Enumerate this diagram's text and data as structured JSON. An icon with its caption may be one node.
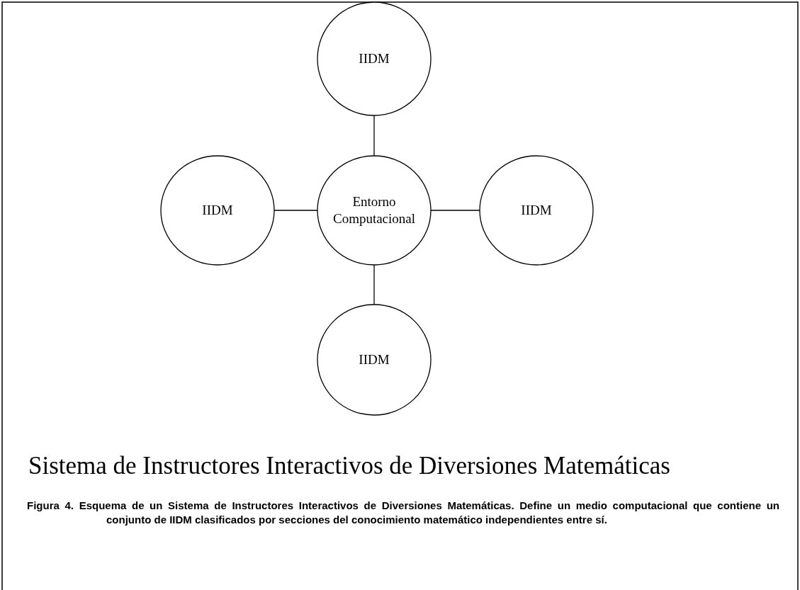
{
  "diagram": {
    "title": "Sistema de Instructores Interactivos de Diversiones Matemáticas",
    "caption": "Figura 4. Esquema de un Sistema de Instructores Interactivos de Diversiones Matemáticas. Define un medio computacional que contiene un conjunto de IIDM clasificados por secciones del conocimiento matemático independientes entre sí.",
    "nodes": [
      {
        "text": [
          "IIDM"
        ]
      },
      {
        "text": [
          "IIDM"
        ]
      },
      {
        "text": [
          "Entorno Computacional"
        ]
      },
      {
        "text": [
          "IIDM"
        ]
      },
      {
        "text": [
          "IIDM"
        ]
      }
    ],
    "edges": [
      {
        "from": 2,
        "to": 0,
        "arrow": "none"
      },
      {
        "from": 2,
        "to": 1,
        "arrow": "none"
      },
      {
        "from": 2,
        "to": 3,
        "arrow": "none"
      },
      {
        "from": 2,
        "to": 4,
        "arrow": "none"
      }
    ]
  }
}
